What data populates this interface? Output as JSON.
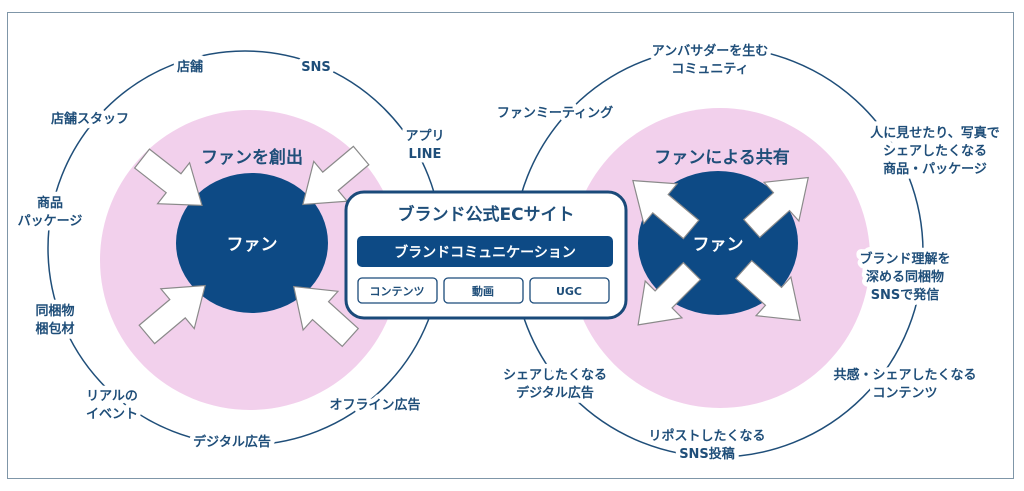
{
  "colors": {
    "text": "#1f4e79",
    "pink": "#f2d0ec",
    "navy": "#0d4a85",
    "frame": "#7f96a8"
  },
  "left": {
    "title": "ファンを創出",
    "core": "ファン",
    "labels": {
      "store": "店舗",
      "sns": "SNS",
      "staff": "店舗スタッフ",
      "package": [
        "商品",
        "パッケージ"
      ],
      "enclosure": [
        "同梱物",
        "梱包材"
      ],
      "event": [
        "リアルの",
        "イベント"
      ],
      "digital_ad": "デジタル広告",
      "offline_ad": "オフライン広告",
      "app": [
        "アプリ",
        "LINE"
      ]
    }
  },
  "center": {
    "title": "ブランド公式ECサイト",
    "bar": "ブランドコミュニケーション",
    "items": [
      "コンテンツ",
      "動画",
      "UGC"
    ]
  },
  "right": {
    "title": "ファンによる共有",
    "core": "ファン",
    "labels": {
      "meeting": "ファンミーティング",
      "ambassador": [
        "アンバサダーを生む",
        "コミュニティ"
      ],
      "photo": [
        "人に見せたり、写真で",
        "シェアしたくなる",
        "商品・パッケージ"
      ],
      "understanding": [
        "ブランド理解を",
        "深める同梱物",
        "SNSで発信"
      ],
      "empathy": [
        "共感・シェアしたくなる",
        "コンテンツ"
      ],
      "repost": [
        "リポストしたくなる",
        "SNS投稿"
      ],
      "share_ad": [
        "シェアしたくなる",
        "デジタル広告"
      ]
    }
  }
}
